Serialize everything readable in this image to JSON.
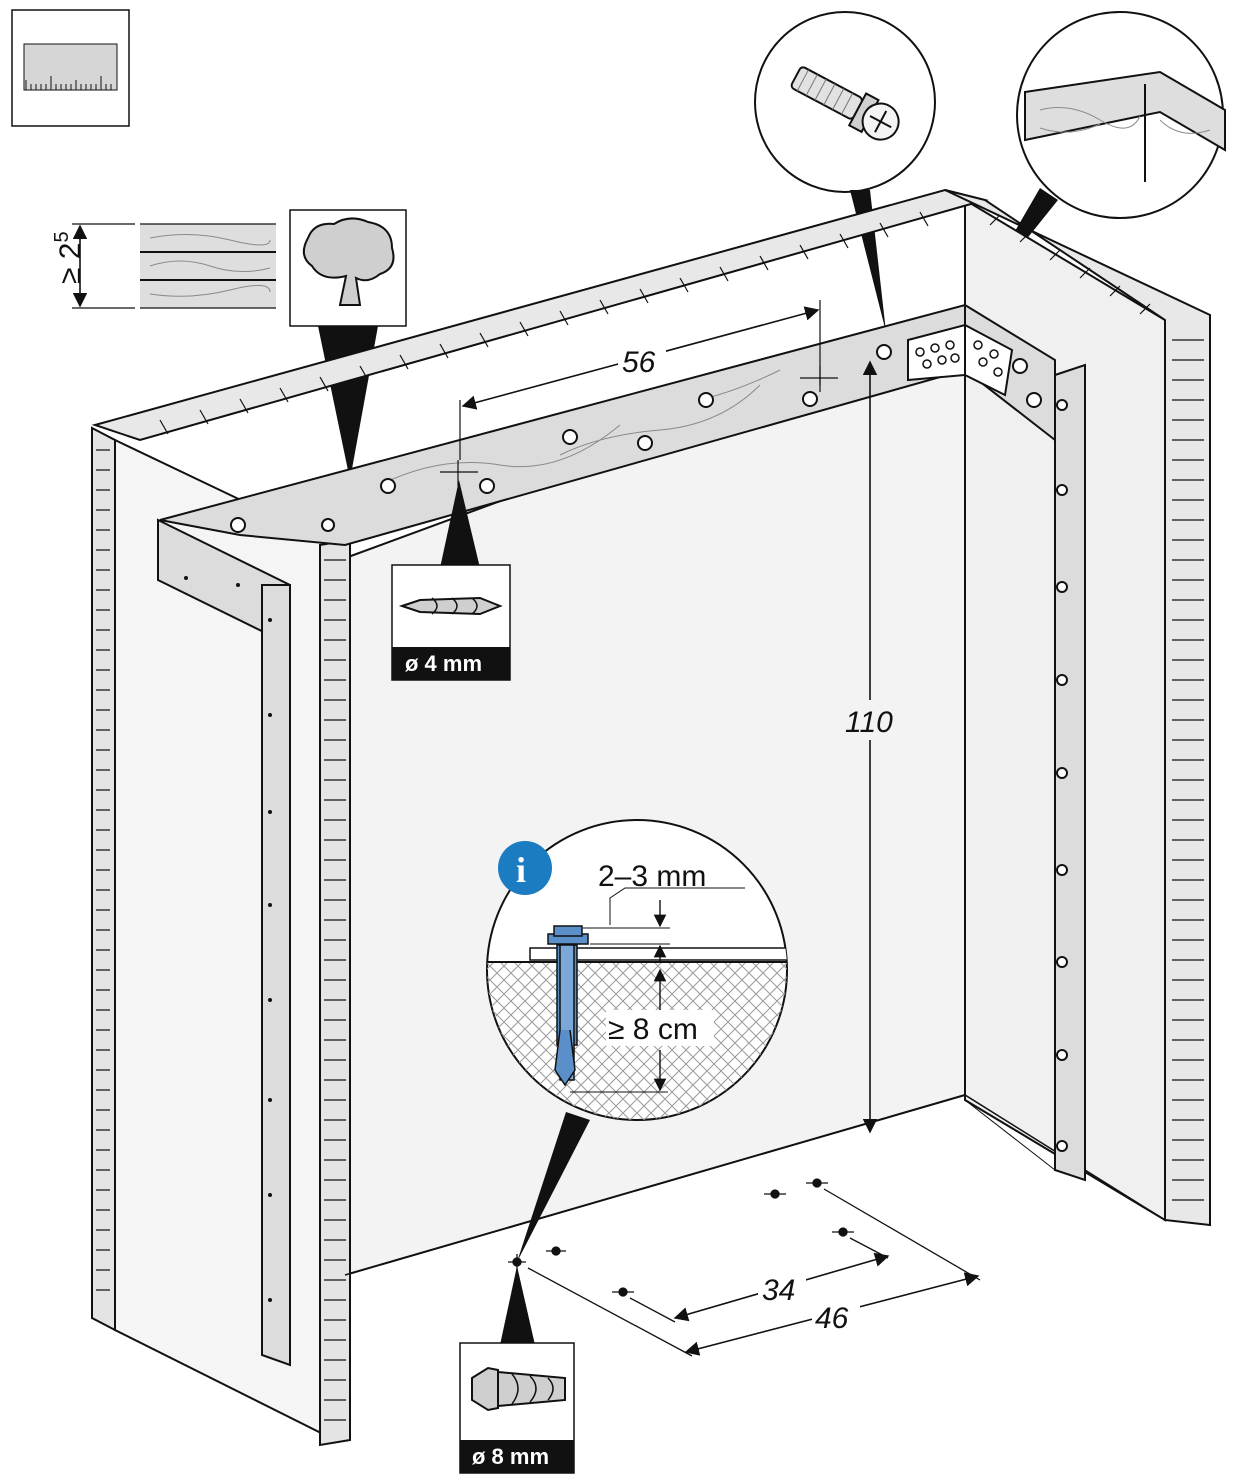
{
  "dimensions": {
    "top_spacing": "56",
    "height": "110",
    "floor_inner": "34",
    "floor_outer": "46",
    "wood_thickness_prefix": "≥ 2",
    "wood_thickness_sup": "5"
  },
  "drill_small": {
    "label": "ø 4 mm",
    "icon": "wood-drill-bit-icon"
  },
  "drill_large": {
    "label": "ø 8 mm",
    "icon": "masonry-drill-bit-icon"
  },
  "detail_anchor": {
    "gap": "2–3 mm",
    "depth": "≥ 8 cm",
    "info_icon": "i"
  },
  "icons": [
    "ruler-icon",
    "tree-icon",
    "wall-plug-icon",
    "corner-joint-icon"
  ],
  "colors": {
    "line": "#111111",
    "wood": "#dcdcdc",
    "panel": "#f2f2f2",
    "anchor_blue": "#5b8fc9",
    "info_blue": "#1c7cc2"
  }
}
